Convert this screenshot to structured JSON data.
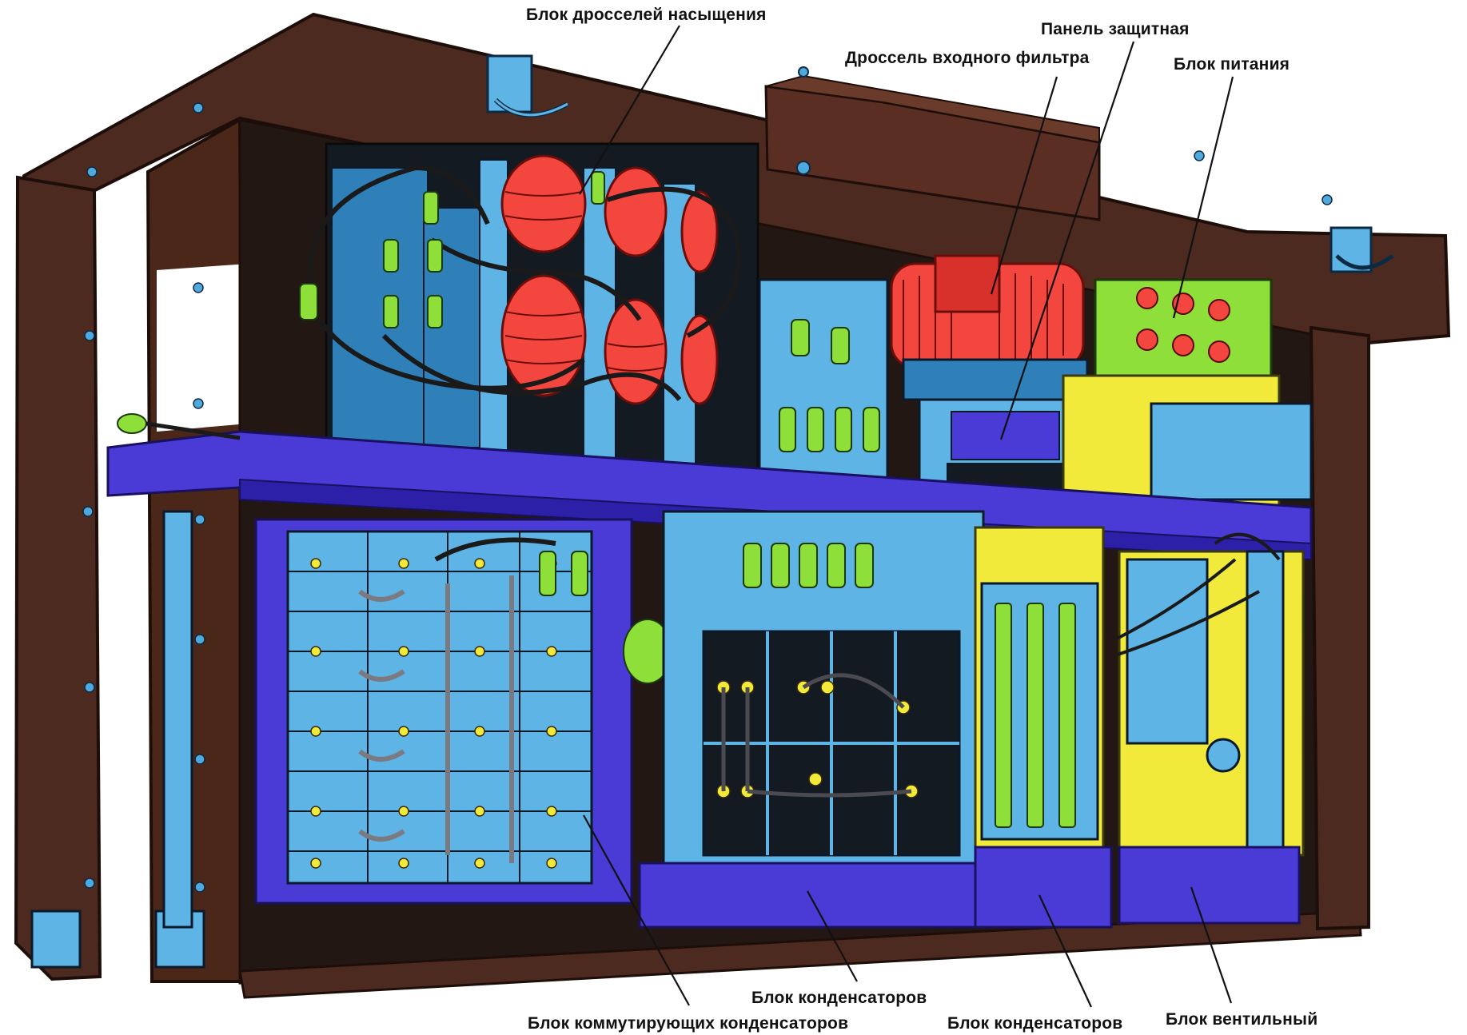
{
  "labels": {
    "saturation_chokes": "Блок дросселей насыщения",
    "protective_panel": "Панель защитная",
    "input_filter_choke": "Дроссель входного фильтра",
    "power_supply": "Блок питания",
    "capacitor_block_middle": "Блок конденсаторов",
    "commutating_capacitors": "Блок коммутирующих конденсаторов",
    "capacitor_block_right": "Блок конденсаторов",
    "valve_block": "Блок вентильный"
  },
  "colors": {
    "frame": "#4d2a1f",
    "frame_dark": "#2a1410",
    "light_blue": "#5fb4e6",
    "light_blue_dark": "#2f7fb8",
    "purple": "#4a3bd6",
    "purple_dark": "#2c1fa8",
    "red_coil": "#f2463e",
    "green_lug": "#8fdf3a",
    "yellow": "#f2ea3a",
    "black_wire": "#1a1a1a",
    "cabinet_dark": "#141a22",
    "label_line": "#111111"
  }
}
